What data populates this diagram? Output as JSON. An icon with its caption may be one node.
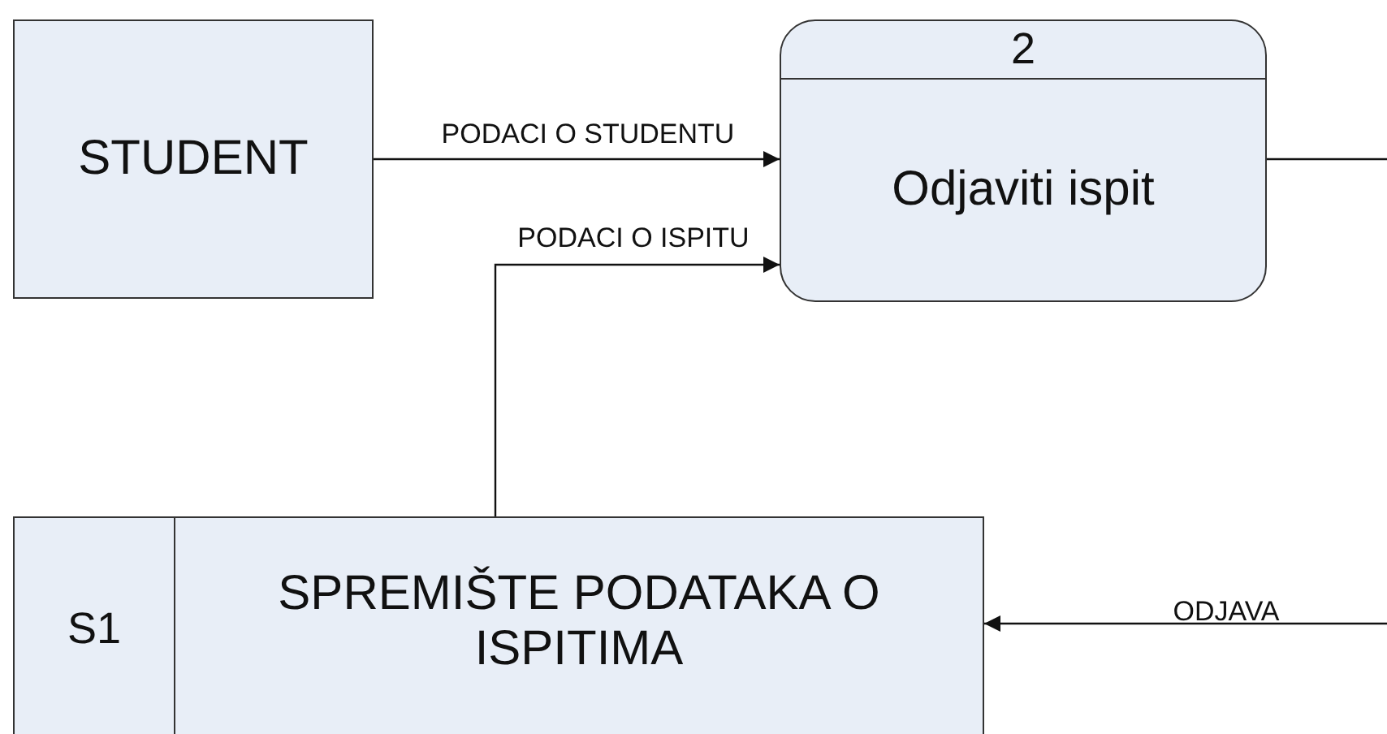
{
  "diagram": {
    "nodes": [
      {
        "text": [
          "STUDENT"
        ]
      },
      {
        "text": [
          "2",
          "Odjaviti ispit"
        ]
      },
      {
        "text": [
          "S1",
          "SPREMIŠTE PODATAKA O ISPITIMA"
        ]
      }
    ],
    "edges": [
      {
        "from": 0,
        "to": 1,
        "arrow": "to",
        "label": "PODACI O STUDENTU"
      },
      {
        "from": 2,
        "to": 1,
        "arrow": "to",
        "label": "PODACI O ISPITU"
      },
      {
        "from": 1,
        "to": null,
        "arrow": "none"
      },
      {
        "from": null,
        "to": 2,
        "arrow": "to",
        "label": "ODJAVA"
      }
    ]
  }
}
